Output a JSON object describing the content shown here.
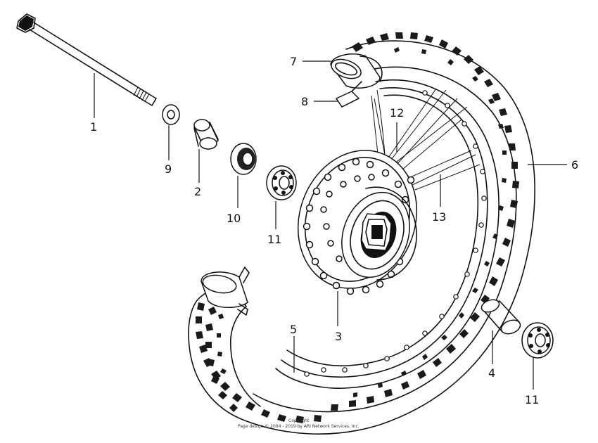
{
  "diagram": {
    "callouts": {
      "c1": "1",
      "c2": "2",
      "c3": "3",
      "c4": "4",
      "c5": "5",
      "c6": "6",
      "c7": "7",
      "c8": "8",
      "c9": "9",
      "c10": "10",
      "c11a": "11",
      "c11b": "11",
      "c12": "12",
      "c13": "13"
    },
    "copyright_line1": "Copyright",
    "copyright_line2": "Page design © 2004 - 2019 by ARI Network Services, Inc."
  }
}
